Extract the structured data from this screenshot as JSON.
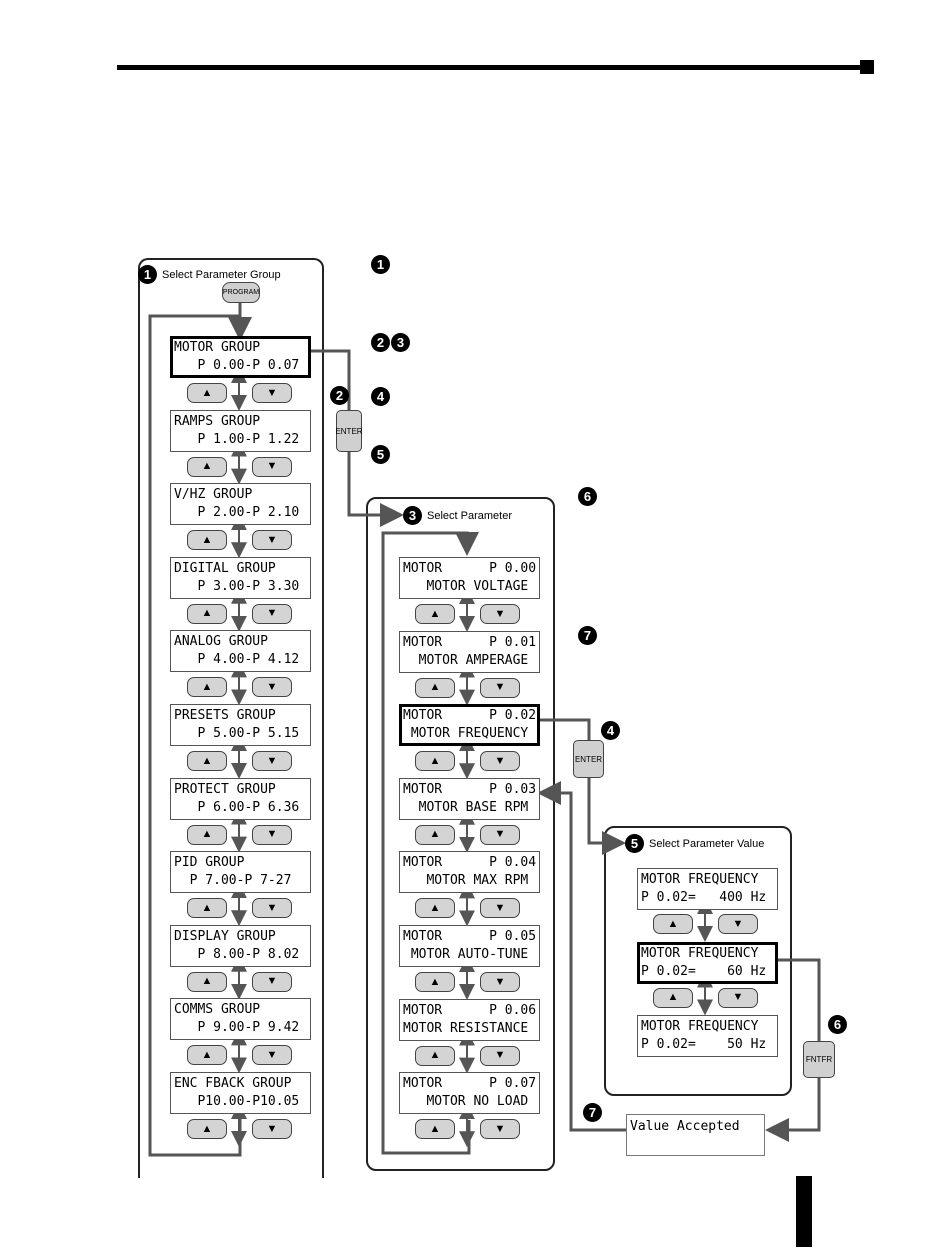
{
  "buttons": {
    "program": "PROGRAM",
    "enter": "ENTER",
    "enter_final": "FNTFR",
    "up": "▲",
    "down": "▼"
  },
  "callouts": [
    {
      "n": "❶"
    },
    {
      "n": "❷"
    },
    {
      "n": "❸"
    },
    {
      "n": "❹"
    },
    {
      "n": "❺"
    },
    {
      "n": "❻"
    },
    {
      "n": "❼"
    }
  ],
  "step_panels": {
    "group": {
      "num": "1",
      "title": "Select Parameter Group"
    },
    "param": {
      "num": "3",
      "title": "Select Parameter"
    },
    "value": {
      "num": "5",
      "title": "Select Parameter Value"
    }
  },
  "step_labels": {
    "enter": "2",
    "enter2": "4",
    "enter3": "6",
    "accepted": "7"
  },
  "groups": [
    {
      "l1": "MOTOR GROUP",
      "l2": "   P 0.00-P 0.07",
      "selected": true
    },
    {
      "l1": "RAMPS GROUP",
      "l2": "   P 1.00-P 1.22"
    },
    {
      "l1": "V/HZ GROUP",
      "l2": "   P 2.00-P 2.10"
    },
    {
      "l1": "DIGITAL GROUP",
      "l2": "   P 3.00-P 3.30"
    },
    {
      "l1": "ANALOG GROUP",
      "l2": "   P 4.00-P 4.12"
    },
    {
      "l1": "PRESETS GROUP",
      "l2": "   P 5.00-P 5.15"
    },
    {
      "l1": "PROTECT GROUP",
      "l2": "   P 6.00-P 6.36"
    },
    {
      "l1": "PID GROUP",
      "l2": "  P 7.00-P 7-27"
    },
    {
      "l1": "DISPLAY GROUP",
      "l2": "   P 8.00-P 8.02"
    },
    {
      "l1": "COMMS GROUP",
      "l2": "   P 9.00-P 9.42"
    },
    {
      "l1": "ENC FBACK GROUP",
      "l2": "   P10.00-P10.05"
    }
  ],
  "params": [
    {
      "l1": "MOTOR      P 0.00",
      "l2": "   MOTOR VOLTAGE"
    },
    {
      "l1": "MOTOR      P 0.01",
      "l2": "  MOTOR AMPERAGE"
    },
    {
      "l1": "MOTOR      P 0.02",
      "l2": " MOTOR FREQUENCY",
      "selected": true
    },
    {
      "l1": "MOTOR      P 0.03",
      "l2": "  MOTOR BASE RPM"
    },
    {
      "l1": "MOTOR      P 0.04",
      "l2": "   MOTOR MAX RPM"
    },
    {
      "l1": "MOTOR      P 0.05",
      "l2": " MOTOR AUTO-TUNE"
    },
    {
      "l1": "MOTOR      P 0.06",
      "l2": "MOTOR RESISTANCE"
    },
    {
      "l1": "MOTOR      P 0.07",
      "l2": "   MOTOR NO LOAD"
    }
  ],
  "values": [
    {
      "l1": "MOTOR FREQUENCY",
      "l2": "P 0.02=   400 Hz"
    },
    {
      "l1": "MOTOR FREQUENCY",
      "l2": "P 0.02=    60 Hz",
      "selected": true
    },
    {
      "l1": "MOTOR FREQUENCY",
      "l2": "P 0.02=    50 Hz"
    }
  ],
  "accepted": "Value Accepted"
}
